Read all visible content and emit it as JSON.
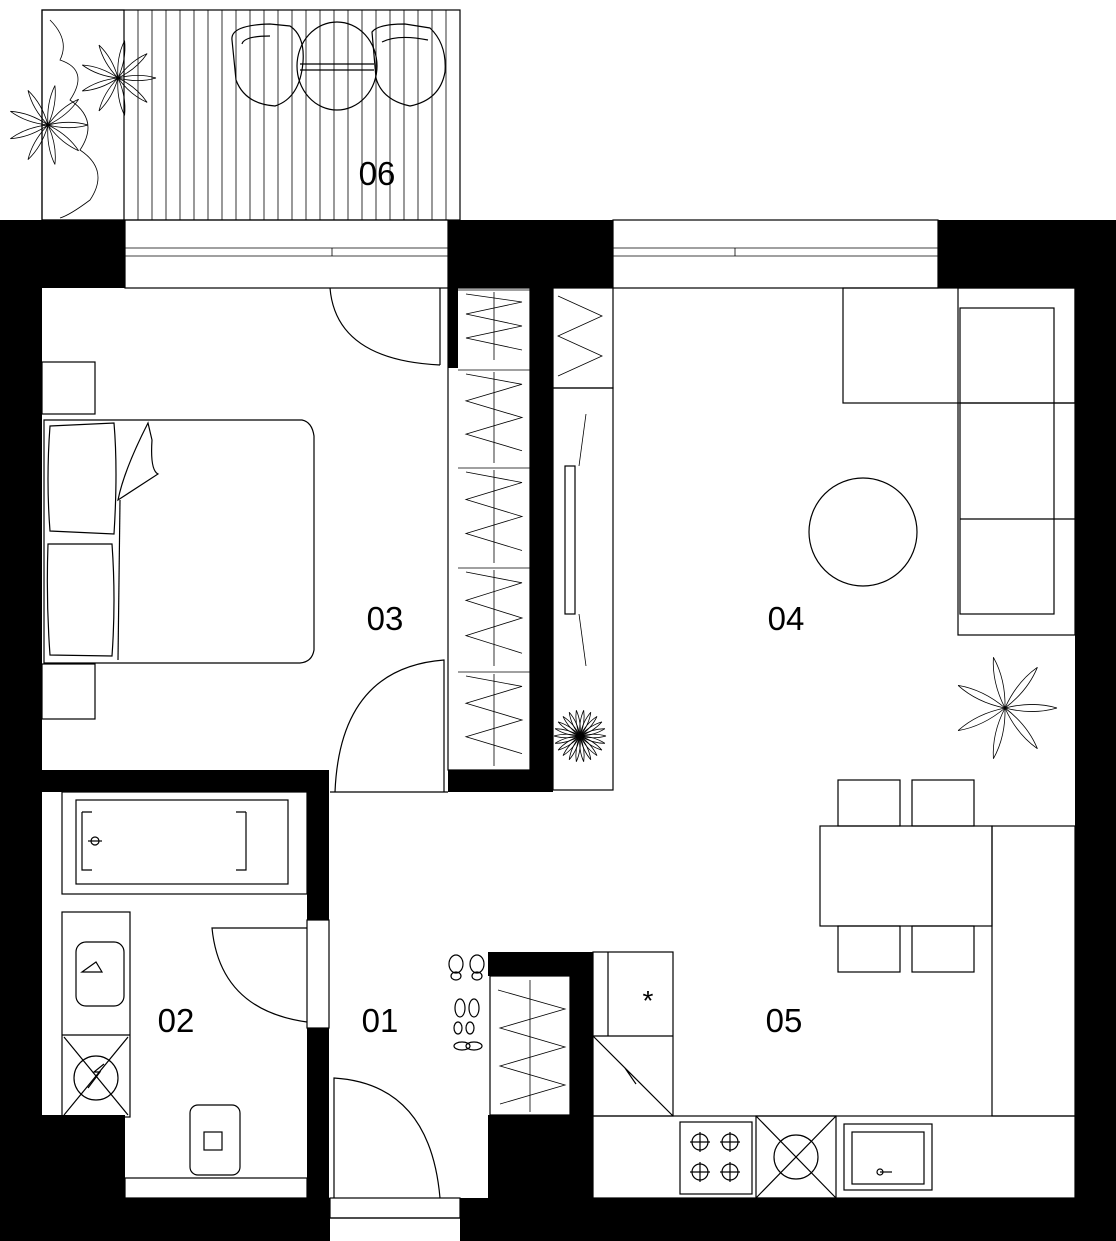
{
  "plan": {
    "rooms": [
      {
        "id": "01",
        "label": "01"
      },
      {
        "id": "02",
        "label": "02"
      },
      {
        "id": "03",
        "label": "03"
      },
      {
        "id": "04",
        "label": "04"
      },
      {
        "id": "05",
        "label": "05"
      },
      {
        "id": "06",
        "label": "06"
      }
    ],
    "fridge_symbol": "*",
    "colors": {
      "wall": "#000000",
      "line": "#000000",
      "background": "#ffffff"
    }
  }
}
